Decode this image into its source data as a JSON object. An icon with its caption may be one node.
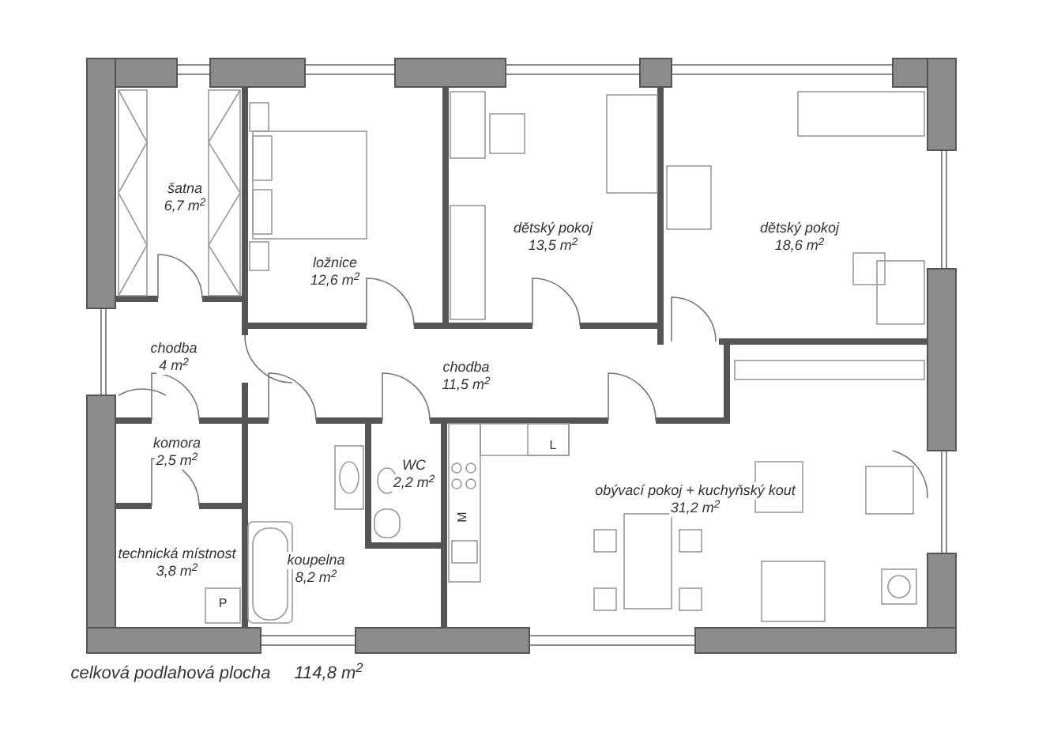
{
  "diagram": {
    "nodes": [
      {
        "text": [
          "šatna",
          "6,7 m$^{2}$"
        ]
      },
      {
        "text": [
          "ložnice",
          "12,6 m$^{2}$"
        ]
      },
      {
        "text": [
          "dětský pokoj",
          "13,5 m$^{2}$"
        ]
      },
      {
        "text": [
          "dětský pokoj",
          "18,6 m$^{2}$"
        ]
      },
      {
        "text": [
          "chodba",
          "4 m$^{2}$"
        ]
      },
      {
        "text": [
          "chodba",
          "11,5 m$^{2}$"
        ]
      },
      {
        "text": [
          "komora",
          "2,5 m$^{2}$"
        ]
      },
      {
        "text": [
          "WC",
          "2,2 m$^{2}$"
        ]
      },
      {
        "text": [
          "obývací pokoj + kuchyňský kout",
          "31,2 m$^{2}$"
        ]
      },
      {
        "text": [
          "technická místnost",
          "3,8 m$^{2}$"
        ]
      },
      {
        "text": [
          "koupelna",
          "8,2 m$^{2}$"
        ]
      }
    ],
    "labels": [
      "L",
      "M",
      "P",
      "celková podlahová plocha",
      "114,8 m$^{2}$"
    ]
  }
}
